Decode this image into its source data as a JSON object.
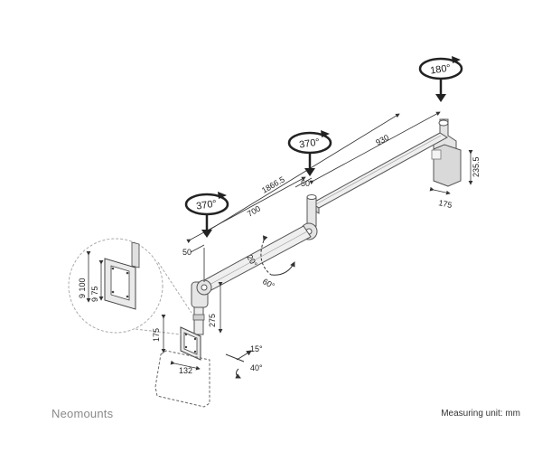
{
  "brand": "Neomounts",
  "unit_label": "Measuring unit: mm",
  "rotations": {
    "top": "180°",
    "middle": "370°",
    "left": "370°"
  },
  "dimensions": {
    "d_930": "930",
    "d_1866": "1866.5",
    "d_700": "700",
    "d_50_mid": "50",
    "d_50_left": "50",
    "d_235": "235.5",
    "d_175_base": "175",
    "d_275": "275",
    "d_175_plate": "175",
    "d_132": "132",
    "d_9100": "9 100",
    "d_975": "9 75"
  },
  "angles": {
    "a20": "20°",
    "a60": "60°",
    "a15": "15°",
    "a40": "40°"
  }
}
